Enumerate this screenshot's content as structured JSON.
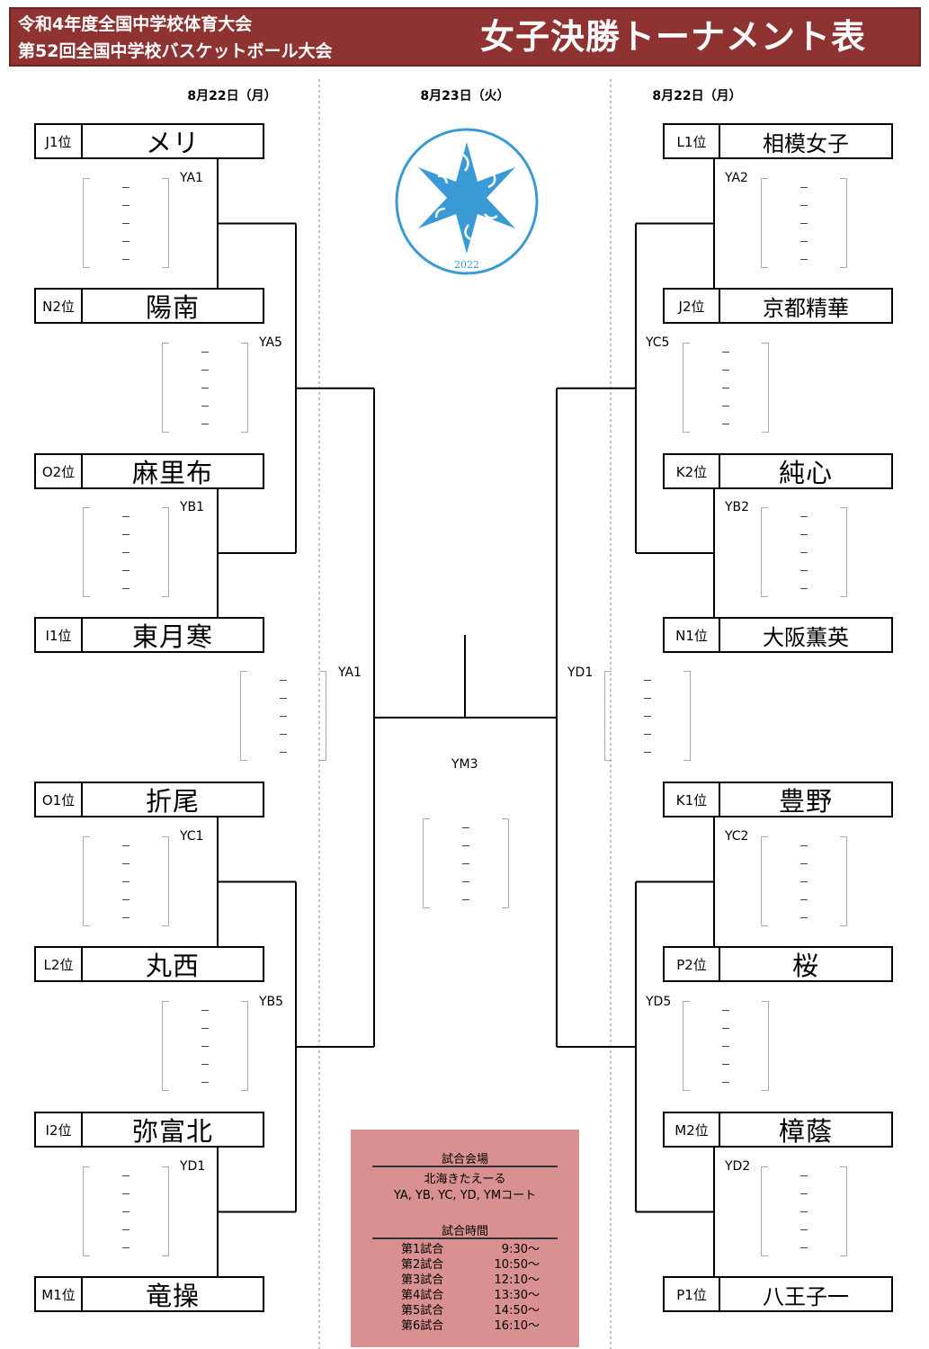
{
  "header": {
    "subtitle_line1": "令和4年度全国中学校体育大会",
    "subtitle_line2": "第52回全国中学校バスケットボール大会",
    "title": "女子決勝トーナメント表"
  },
  "dates": {
    "left": "8月22日（月）",
    "center": "8月23日（火）",
    "right": "8月22日（月）"
  },
  "logo": {
    "year": "2022",
    "accent": "#3a9ad6",
    "icon": "snowflake-emblem-icon"
  },
  "teams_left": [
    {
      "seed": "J1位",
      "name": "メリ"
    },
    {
      "seed": "N2位",
      "name": "陽南"
    },
    {
      "seed": "O2位",
      "name": "麻里布"
    },
    {
      "seed": "I1位",
      "name": "東月寒"
    },
    {
      "seed": "O1位",
      "name": "折尾"
    },
    {
      "seed": "L2位",
      "name": "丸西"
    },
    {
      "seed": "I2位",
      "name": "弥富北"
    },
    {
      "seed": "M1位",
      "name": "竜操"
    }
  ],
  "teams_right": [
    {
      "seed": "L1位",
      "name": "相模女子"
    },
    {
      "seed": "J2位",
      "name": "京都精華"
    },
    {
      "seed": "K2位",
      "name": "純心"
    },
    {
      "seed": "N1位",
      "name": "大阪薫英"
    },
    {
      "seed": "K1位",
      "name": "豊野"
    },
    {
      "seed": "P2位",
      "name": "桜"
    },
    {
      "seed": "M2位",
      "name": "樟蔭"
    },
    {
      "seed": "P1位",
      "name": "八王子一"
    }
  ],
  "match_codes": {
    "left_r1": [
      "YA1",
      "YB1",
      "YC1",
      "YD1"
    ],
    "left_r2": [
      "YA5",
      "YB5"
    ],
    "left_r3": "YA1",
    "right_r1": [
      "YA2",
      "YB2",
      "YC2",
      "YD2"
    ],
    "right_r2": [
      "YC5",
      "YD5"
    ],
    "right_r3": "YD1",
    "final": "YM3"
  },
  "score_placeholder": "-",
  "info": {
    "venue_label": "試合会場",
    "venue_name": "北海きたえーる",
    "courts": "YA, YB, YC, YD, YMコート",
    "time_label": "試合時間",
    "schedule": [
      {
        "game": "第1試合",
        "time": "9:30～"
      },
      {
        "game": "第2試合",
        "time": "10:50～"
      },
      {
        "game": "第3試合",
        "time": "12:10～"
      },
      {
        "game": "第4試合",
        "time": "13:30～"
      },
      {
        "game": "第5試合",
        "time": "14:50～"
      },
      {
        "game": "第6試合",
        "time": "16:10～"
      }
    ]
  }
}
